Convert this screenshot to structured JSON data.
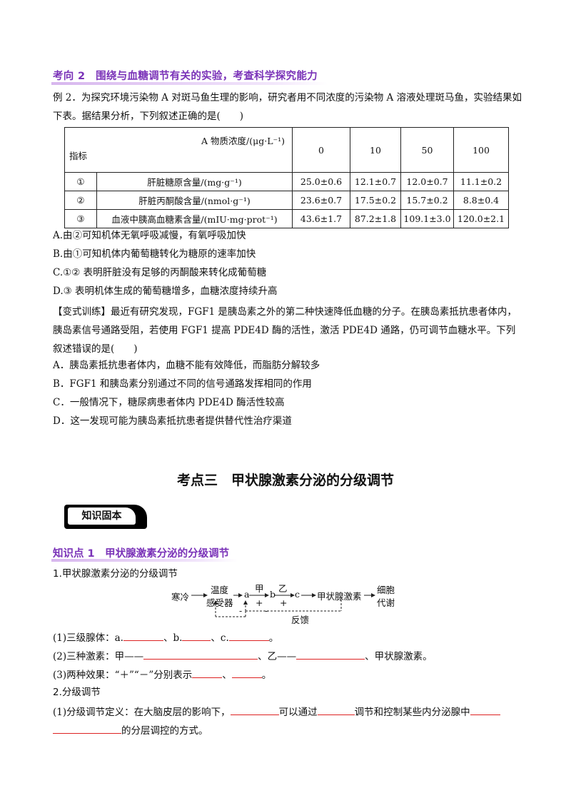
{
  "direction2": {
    "heading": "考向 2　围绕与血糖调节有关的实验，考查科学探究能力"
  },
  "example2": {
    "question": "例 2．为探究环境污染物 A 对斑马鱼生理的影响，研究者用不同浓度的污染物 A 溶液处理斑马鱼，实验结果如下表。据结果分析，下列叙述正确的是(　　)",
    "table": {
      "header_top": "A 物质浓度/(μg·L⁻¹)",
      "header_bottom": "指标",
      "concentrations": [
        "0",
        "10",
        "50",
        "100"
      ],
      "rows": [
        {
          "idx": "①",
          "name": "肝脏糖原含量/(mg·g⁻¹)",
          "values": [
            "25.0±0.6",
            "12.1±0.7",
            "12.0±0.7",
            "11.1±0.2"
          ]
        },
        {
          "idx": "②",
          "name": "肝脏丙酮酸含量/(nmol·g⁻¹)",
          "values": [
            "23.6±0.7",
            "17.5±0.2",
            "15.7±0.2",
            "8.8±0.4"
          ]
        },
        {
          "idx": "③",
          "name": "血液中胰高血糖素含量/(mIU·mg·prot⁻¹)",
          "values": [
            "43.6±1.7",
            "87.2±1.8",
            "109.1±3.0",
            "120.0±2.1"
          ]
        }
      ]
    },
    "options": [
      "A.由②可知机体无氧呼吸减慢，有氧呼吸加快",
      "B.由①可知机体内葡萄糖转化为糖原的速率加快",
      "C.①② 表明肝脏没有足够的丙酮酸来转化成葡萄糖",
      "D.③ 表明机体生成的葡萄糖增多，血糖浓度持续升高"
    ]
  },
  "variant": {
    "intro": "【变式训练】最近有研究发现，FGF1 是胰岛素之外的第二种快速降低血糖的分子。在胰岛素抵抗患者体内，胰岛素信号通路受阻，若使用 FGF1 提高 PDE4D 酶的活性，激活 PDE4D 通路，仍可调节血糖水平。下列叙述错误的是(　　)",
    "options": [
      "A．胰岛素抵抗患者体内，血糖不能有效降低，而脂肪分解较多",
      "B．FGF1 和胰岛素分别通过不同的信号通路发挥相同的作用",
      "C．一般情况下，糖尿病患者体内 PDE4D 酶活性较高",
      "D．这一发现可能为胰岛素抵抗患者提供替代性治疗渠道"
    ]
  },
  "section3": {
    "title": "考点三　甲状腺激素分泌的分级调节"
  },
  "badge": {
    "label": "知识固本"
  },
  "knowledge1": {
    "heading": "知识点 1　甲状腺激素分泌的分级调节",
    "sub1": "1.甲状腺激素分泌的分级调节",
    "diagram": {
      "cold": "寒冷",
      "sensor_1": "温度",
      "sensor_2": "感受器",
      "a": "a",
      "jia": "甲",
      "b": "b",
      "yi": "乙",
      "c": "c",
      "hormone": "甲状腺激素",
      "cell_1": "细胞",
      "cell_2": "代谢",
      "plus1": "+",
      "plus2": "+",
      "minus1": "-",
      "minus2": "-",
      "feedback": "反馈"
    },
    "q1_prefix": "(1)三级腺体：a.",
    "q1_sep1": "、b.",
    "q1_sep2": "、c.",
    "q1_end": "。",
    "q2_prefix": "(2)三种激素：甲——",
    "q2_sep1": "、乙——",
    "q2_sep2": "、甲状腺激素。",
    "q3_prefix": "(3)两种效果：“＋”“－”分别表示",
    "q3_sep": "、",
    "q3_end": "。",
    "sub2": "2.分级调节",
    "def_prefix": "(1)分级调节定义：在大脑皮层的影响下，",
    "def_mid1": "可以通过",
    "def_mid2": "调节和控制某些内分泌腺中",
    "def_end": "的分层调控的方式。"
  }
}
